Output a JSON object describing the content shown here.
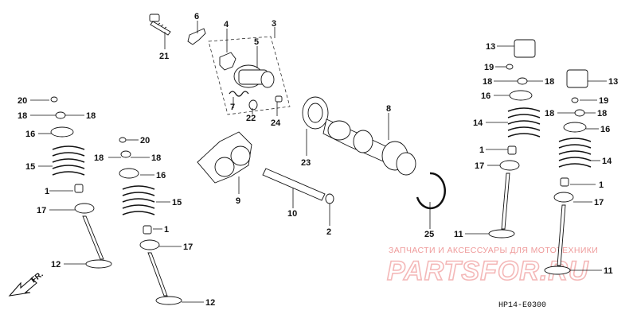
{
  "diagram": {
    "watermark": {
      "tagline": "ЗАПЧАСТИ И АКСЕССУАРЫ ДЛЯ МОТОТЕХНИКИ",
      "brand": "PARTSFOR.RU"
    },
    "direction_label": "FR.",
    "drawing_code": "HP14-E0300",
    "callouts": [
      {
        "id": "c1",
        "label": "21"
      },
      {
        "id": "c2",
        "label": "6"
      },
      {
        "id": "c3",
        "label": "3"
      },
      {
        "id": "c4",
        "label": "4"
      },
      {
        "id": "c5",
        "label": "5"
      },
      {
        "id": "c6",
        "label": "7"
      },
      {
        "id": "c7",
        "label": "22"
      },
      {
        "id": "c8",
        "label": "24"
      },
      {
        "id": "c9",
        "label": "20"
      },
      {
        "id": "c10",
        "label": "18"
      },
      {
        "id": "c11",
        "label": "18"
      },
      {
        "id": "c12",
        "label": "16"
      },
      {
        "id": "c13",
        "label": "15"
      },
      {
        "id": "c14",
        "label": "1"
      },
      {
        "id": "c15",
        "label": "17"
      },
      {
        "id": "c16",
        "label": "12"
      },
      {
        "id": "c17",
        "label": "20"
      },
      {
        "id": "c18",
        "label": "18"
      },
      {
        "id": "c19",
        "label": "18"
      },
      {
        "id": "c20",
        "label": "16"
      },
      {
        "id": "c21",
        "label": "15"
      },
      {
        "id": "c22",
        "label": "1"
      },
      {
        "id": "c23",
        "label": "17"
      },
      {
        "id": "c24",
        "label": "12"
      },
      {
        "id": "c25",
        "label": "9"
      },
      {
        "id": "c26",
        "label": "23"
      },
      {
        "id": "c27",
        "label": "8"
      },
      {
        "id": "c28",
        "label": "10"
      },
      {
        "id": "c29",
        "label": "2"
      },
      {
        "id": "c30",
        "label": "25"
      },
      {
        "id": "c31",
        "label": "13"
      },
      {
        "id": "c32",
        "label": "19"
      },
      {
        "id": "c33",
        "label": "18"
      },
      {
        "id": "c34",
        "label": "18"
      },
      {
        "id": "c35",
        "label": "16"
      },
      {
        "id": "c36",
        "label": "14"
      },
      {
        "id": "c37",
        "label": "1"
      },
      {
        "id": "c38",
        "label": "17"
      },
      {
        "id": "c39",
        "label": "11"
      },
      {
        "id": "c40",
        "label": "13"
      },
      {
        "id": "c41",
        "label": "19"
      },
      {
        "id": "c42",
        "label": "18"
      },
      {
        "id": "c43",
        "label": "18"
      },
      {
        "id": "c44",
        "label": "16"
      },
      {
        "id": "c45",
        "label": "14"
      },
      {
        "id": "c46",
        "label": "1"
      },
      {
        "id": "c47",
        "label": "17"
      },
      {
        "id": "c48",
        "label": "11"
      }
    ]
  }
}
